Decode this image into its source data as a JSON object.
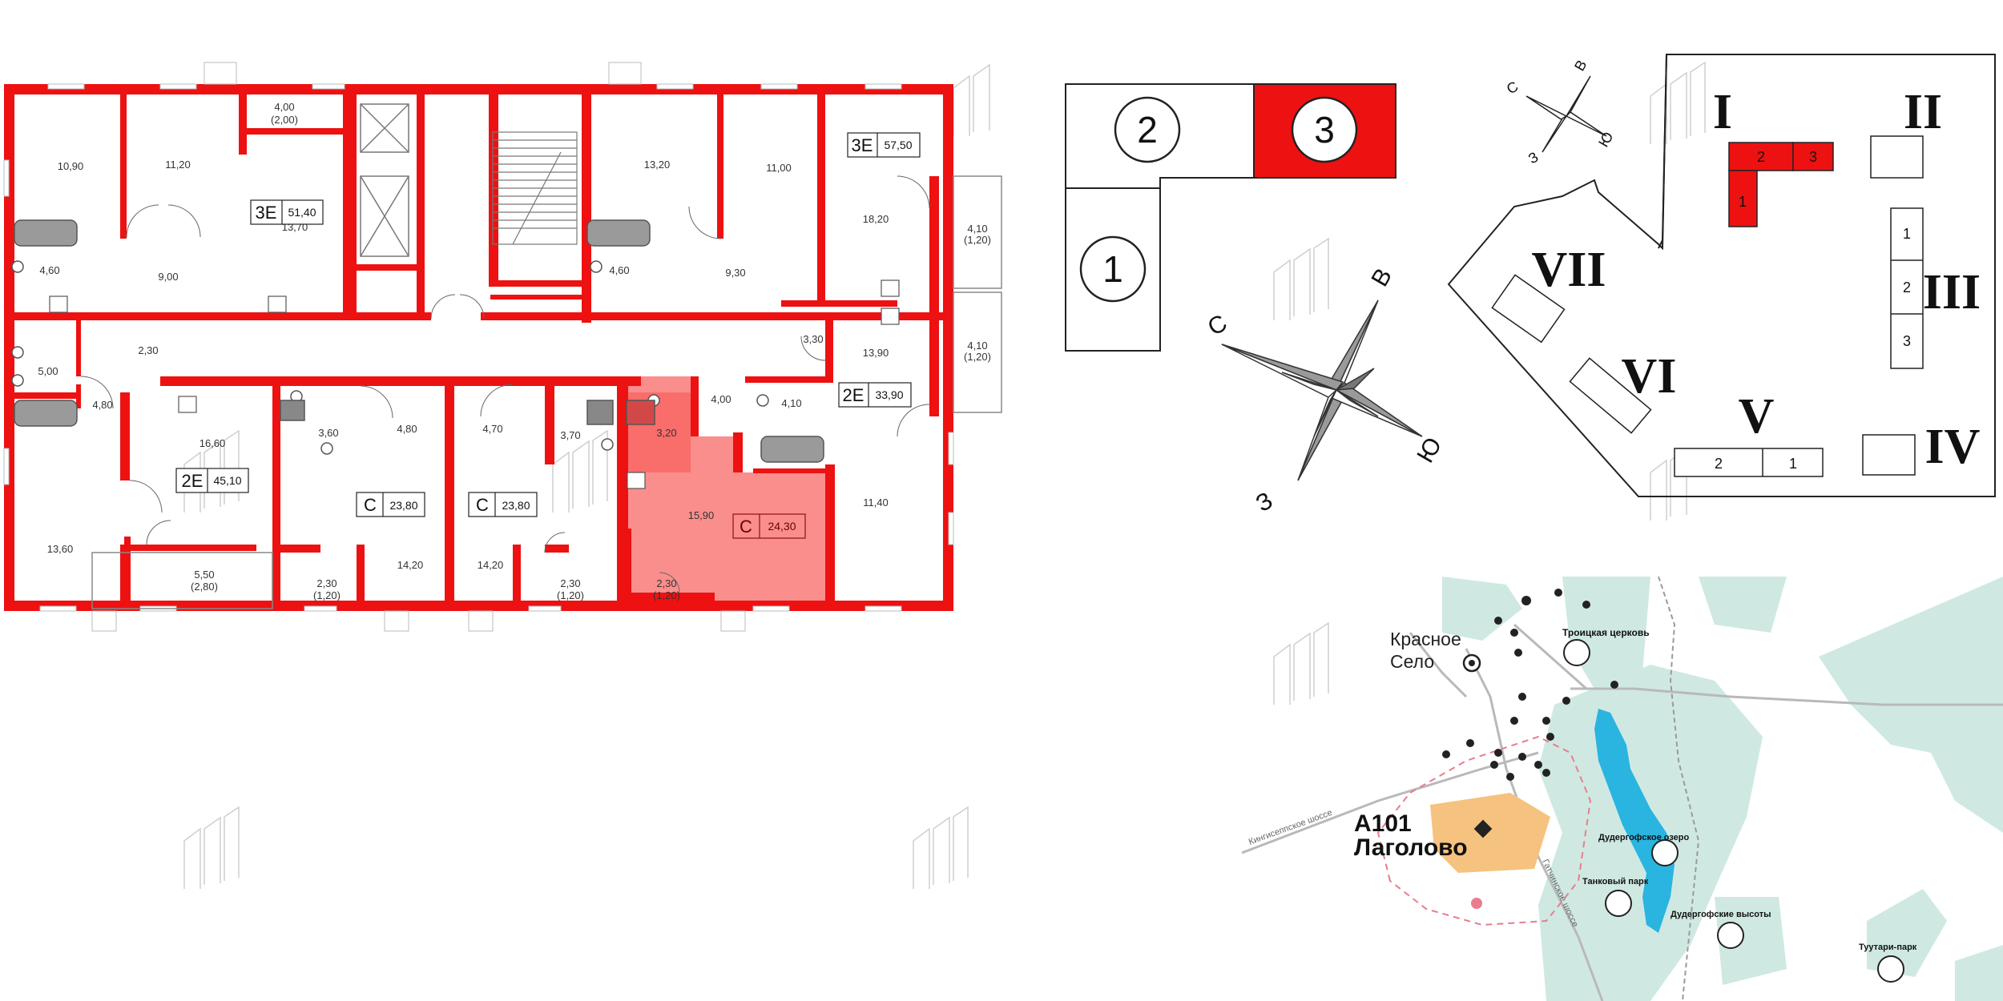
{
  "floor_plan": {
    "rooms": [
      {
        "id": "r1",
        "text": "10,90"
      },
      {
        "id": "r2",
        "text": "11,20"
      },
      {
        "id": "r3",
        "text": "4,00"
      },
      {
        "id": "r3b",
        "text": "(2,00)"
      },
      {
        "id": "r4",
        "text": "13,70"
      },
      {
        "id": "r5",
        "text": "4,60"
      },
      {
        "id": "r6",
        "text": "9,00"
      },
      {
        "id": "r7",
        "text": "5,00"
      },
      {
        "id": "r8",
        "text": "2,30"
      },
      {
        "id": "r9",
        "text": "4,80"
      },
      {
        "id": "r10",
        "text": "16,60"
      },
      {
        "id": "r11",
        "text": "13,60"
      },
      {
        "id": "r12",
        "text": "5,50"
      },
      {
        "id": "r12b",
        "text": "(2,80)"
      },
      {
        "id": "r13",
        "text": "3,60"
      },
      {
        "id": "r14",
        "text": "4,80"
      },
      {
        "id": "r15",
        "text": "14,20"
      },
      {
        "id": "r16",
        "text": "2,30"
      },
      {
        "id": "r16b",
        "text": "(1,20)"
      },
      {
        "id": "r17",
        "text": "4,70"
      },
      {
        "id": "r18",
        "text": "3,70"
      },
      {
        "id": "r19",
        "text": "14,20"
      },
      {
        "id": "r20",
        "text": "2,30"
      },
      {
        "id": "r20b",
        "text": "(1,20)"
      },
      {
        "id": "r21",
        "text": "13,20"
      },
      {
        "id": "r22",
        "text": "11,00"
      },
      {
        "id": "r23",
        "text": "4,60"
      },
      {
        "id": "r24",
        "text": "9,30"
      },
      {
        "id": "r25",
        "text": "18,20"
      },
      {
        "id": "r26",
        "text": "4,10"
      },
      {
        "id": "r26b",
        "text": "(1,20)"
      },
      {
        "id": "r27",
        "text": "4,10"
      },
      {
        "id": "r27b",
        "text": "(1,20)"
      },
      {
        "id": "r28",
        "text": "3,30"
      },
      {
        "id": "r29",
        "text": "13,90"
      },
      {
        "id": "r30",
        "text": "4,10"
      },
      {
        "id": "r31",
        "text": "11,40"
      },
      {
        "id": "r32",
        "text": "4,00"
      },
      {
        "id": "r33",
        "text": "3,20"
      },
      {
        "id": "r34",
        "text": "15,90"
      },
      {
        "id": "r35",
        "text": "2,30"
      },
      {
        "id": "r35b",
        "text": "(1,20)"
      }
    ],
    "apartments": [
      {
        "id": "a1",
        "type": "3Е",
        "area": "51,40"
      },
      {
        "id": "a2",
        "type": "2Е",
        "area": "45,10"
      },
      {
        "id": "a3",
        "type": "С",
        "area": "23,80"
      },
      {
        "id": "a4",
        "type": "С",
        "area": "23,80"
      },
      {
        "id": "a5",
        "type": "3Е",
        "area": "57,50"
      },
      {
        "id": "a6",
        "type": "2Е",
        "area": "33,90"
      },
      {
        "id": "a7",
        "type": "С",
        "area": "24,30",
        "highlighted": true
      }
    ],
    "highlight_color": "#f5312e",
    "wall_color": "#ee1111"
  },
  "sections": {
    "items": [
      {
        "label": "2"
      },
      {
        "label": "3"
      },
      {
        "label": "1"
      }
    ],
    "active": "3"
  },
  "compass": {
    "north": "С",
    "east": "В",
    "south": "Ю",
    "west": "З"
  },
  "site_plan": {
    "compass": {
      "north": "С",
      "east": "В",
      "south": "Ю",
      "west": "З"
    },
    "buildings": [
      "I",
      "II",
      "III",
      "IV",
      "V",
      "VI",
      "VII"
    ],
    "building_i_sections": [
      "2",
      "3",
      "1"
    ],
    "building_iii_sections": [
      "1",
      "2",
      "3"
    ],
    "building_v_sections": [
      "2",
      "1"
    ]
  },
  "map": {
    "project_line1": "А101",
    "project_line2": "Лаголово",
    "city_line1": "Красное",
    "city_line2": "Село",
    "pois": [
      {
        "id": "p1",
        "label": "Троицкая церковь"
      },
      {
        "id": "p2",
        "label": "Дудергофское озеро"
      },
      {
        "id": "p3",
        "label": "Танковый парк"
      },
      {
        "id": "p4",
        "label": "Дудергофские высоты"
      },
      {
        "id": "p5",
        "label": "Туутари-парк"
      }
    ],
    "roads": [
      {
        "id": "rd1",
        "label": "Кингисеппское шоссе"
      },
      {
        "id": "rd2",
        "label": "Гатчинское шоссе"
      }
    ],
    "colors": {
      "green": "#cfe9e2",
      "water": "#2ab4e0",
      "project": "#f6c27f",
      "route": "#e77d8e"
    }
  }
}
